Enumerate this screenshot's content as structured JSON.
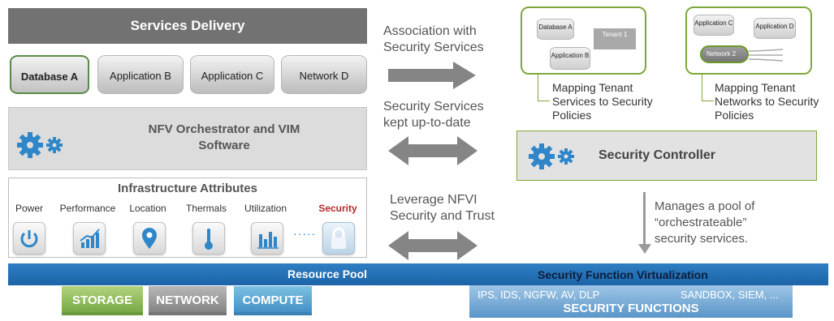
{
  "services_delivery": {
    "title": "Services Delivery",
    "items": [
      "Database A",
      "Application B",
      "Application C",
      "Network D"
    ]
  },
  "orchestrator": {
    "title_line1": "NFV Orchestrator and VIM",
    "title_line2": "Software"
  },
  "infrastructure": {
    "title": "Infrastructure Attributes",
    "attributes": [
      {
        "label": "Power",
        "icon": "power-icon"
      },
      {
        "label": "Performance",
        "icon": "chart-up-icon"
      },
      {
        "label": "Location",
        "icon": "location-pin-icon"
      },
      {
        "label": "Thermals",
        "icon": "thermometer-icon"
      },
      {
        "label": "Utilization",
        "icon": "bar-chart-icon"
      },
      {
        "label": "Security",
        "icon": "lock-icon"
      }
    ],
    "ellipsis": "·····"
  },
  "resource_pool": {
    "label": "Resource Pool",
    "blocks": [
      "STORAGE",
      "NETWORK",
      "COMPUTE"
    ]
  },
  "security_function_virtualization": {
    "label": "Security Function Virtualization",
    "left_text": "IPS, IDS, NGFW, AV, DLP",
    "right_text": "SANDBOX, SIEM, ...",
    "main": "SECURITY FUNCTIONS"
  },
  "middle": {
    "association_line1": "Association with",
    "association_line2": "Security Services",
    "uptodate_line1": "Security Services",
    "uptodate_line2": "kept up-to-date",
    "leverage_line1": "Leverage NFVI",
    "leverage_line2": "Security and Trust"
  },
  "right": {
    "box1": {
      "db": "Database A",
      "tenant": "Tenant 1",
      "app": "Application B"
    },
    "box2": {
      "app_c": "Application C",
      "app_d": "Application D",
      "net": "Network 2"
    },
    "callout1": [
      "Mapping Tenant",
      "Services to Security",
      "Policies"
    ],
    "callout2": [
      "Mapping Tenant",
      "Networks to Security",
      "Policies"
    ],
    "controller": "Security Controller",
    "manages": [
      "Manages a pool of",
      "“orchestrateable”",
      "security services."
    ]
  },
  "colors": {
    "dark_gray": "#727272",
    "green_accent": "#7ea83a",
    "blue_pool": "#1c63a8",
    "gear_blue": "#2f86c9",
    "security_red": "#b22a2a"
  }
}
